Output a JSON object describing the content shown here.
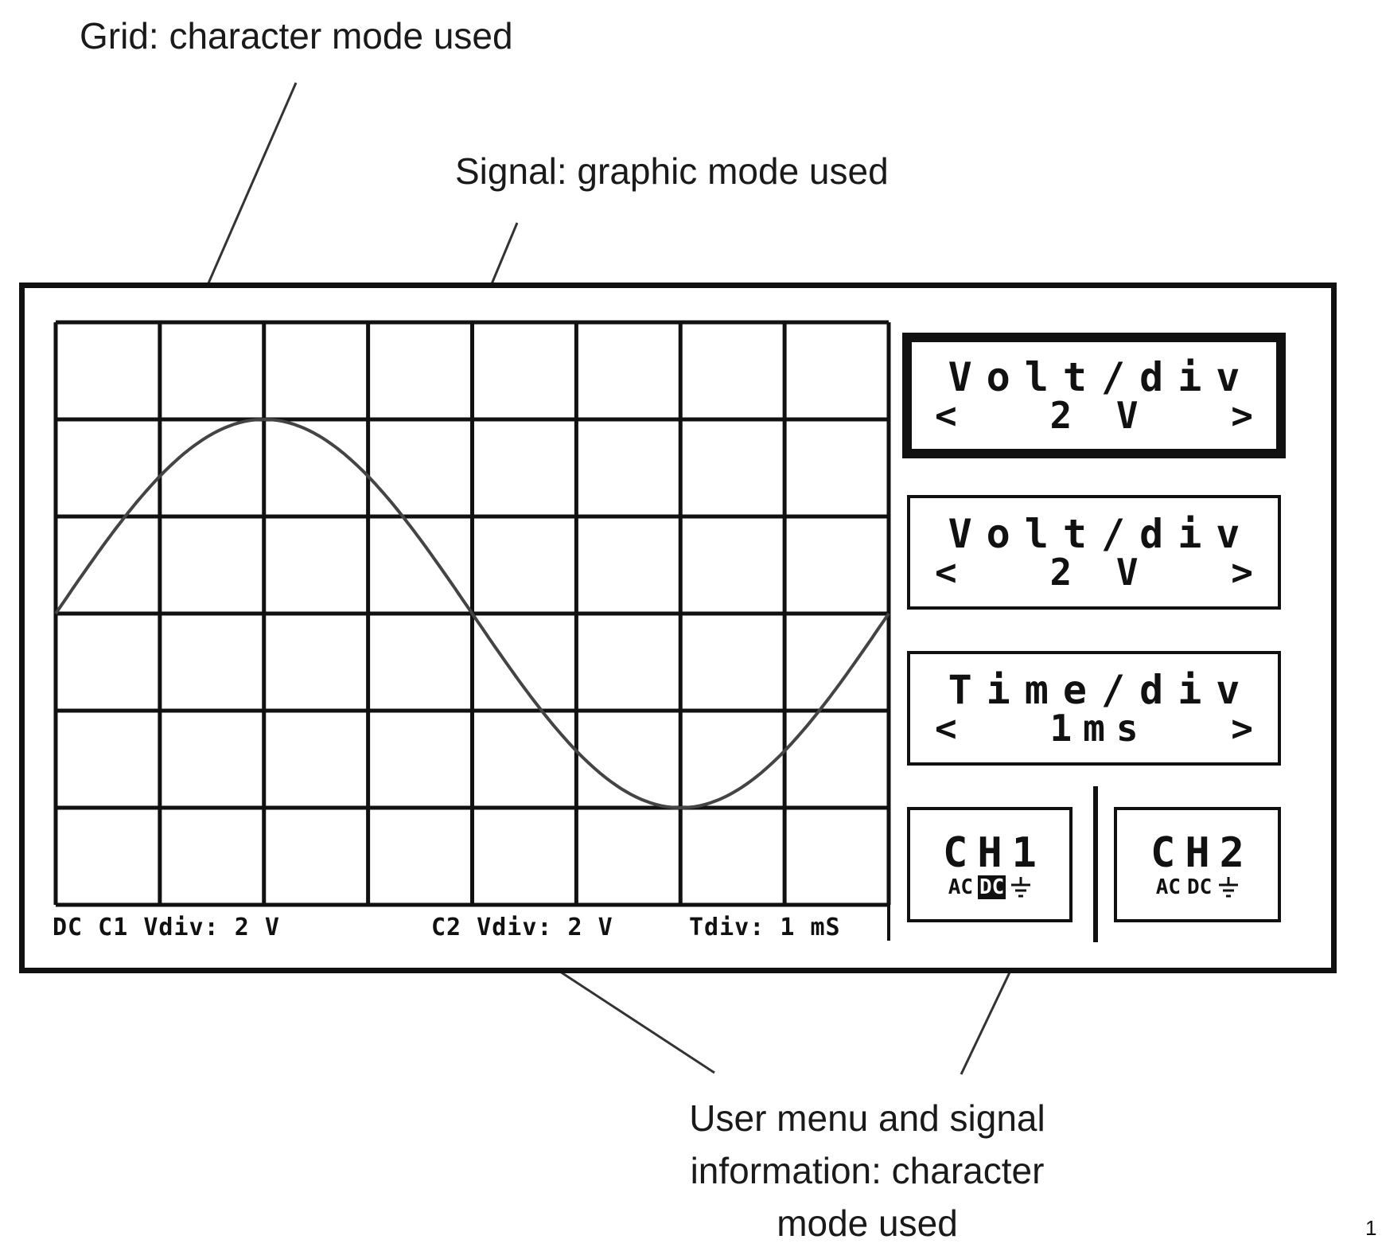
{
  "callouts": {
    "grid": "Grid: character mode used",
    "signal": "Signal: graphic mode used",
    "menu_line1": "User menu and signal",
    "menu_line2": "information: character",
    "menu_line3": "mode used"
  },
  "status_bar": {
    "ch1": "DC C1 Vdiv: 2 V",
    "ch2": "C2 Vdiv: 2 V",
    "time": "Tdiv: 1 mS"
  },
  "menu": {
    "volt_div_1": {
      "title": "Volt/div",
      "left_arrow": "<",
      "value": "2 V",
      "right_arrow": ">"
    },
    "volt_div_2": {
      "title": "Volt/div",
      "left_arrow": "<",
      "value": "2 V",
      "right_arrow": ">"
    },
    "time_div": {
      "title": "Time/div",
      "left_arrow": "<",
      "value": "1ms",
      "right_arrow": ">"
    }
  },
  "channels": {
    "ch1": {
      "name": "CH1",
      "ac": "AC",
      "dc": "DC",
      "active": "DC",
      "ground_icon": "ground-icon"
    },
    "ch2": {
      "name": "CH2",
      "ac": "AC",
      "dc": "DC",
      "ground_icon": "ground-icon"
    }
  },
  "grid": {
    "columns": 8,
    "rows": 6
  },
  "signal": {
    "type": "sine",
    "cycles": 1,
    "amplitude_divisions": 2,
    "phase": "start at zero rising"
  },
  "colors": {
    "line": "#111111",
    "signal": "#444444",
    "background": "#ffffff"
  },
  "corner_mark": "1"
}
